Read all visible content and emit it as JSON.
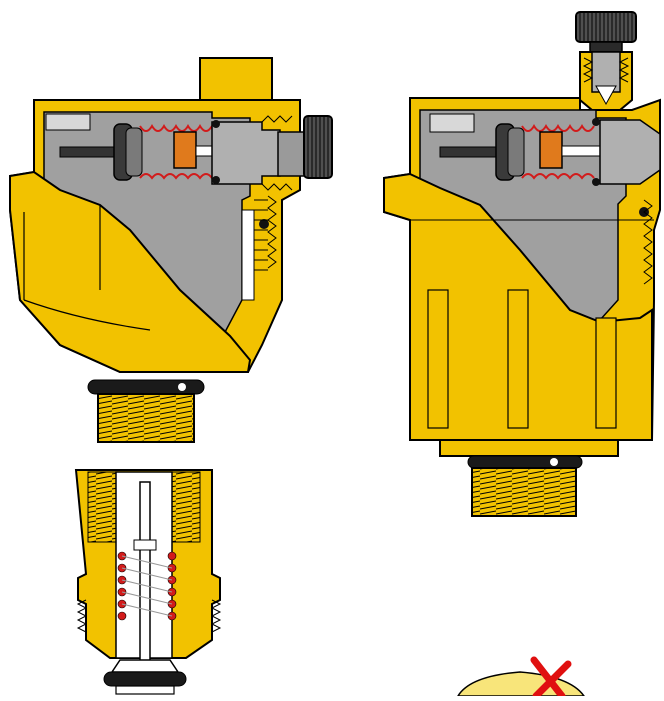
{
  "diagram": {
    "items": [
      {
        "name": "air-vent-valve-side-cap"
      },
      {
        "name": "air-vent-valve-top-cap"
      },
      {
        "name": "shut-off-check-valve"
      },
      {
        "name": "incorrect-installation-mark"
      }
    ]
  },
  "colors": {
    "brass": "#f2c200",
    "brass_dark": "#d9a800",
    "brass_light": "#f8dc4a",
    "interior_grey": "#9a9a9a",
    "interior_light": "#c8c8c8",
    "outline": "#000000",
    "float_orange": "#e07a1c",
    "spring_red": "#d21b1b",
    "cross_red": "#e01010",
    "cap_black": "#2a2a2a"
  }
}
